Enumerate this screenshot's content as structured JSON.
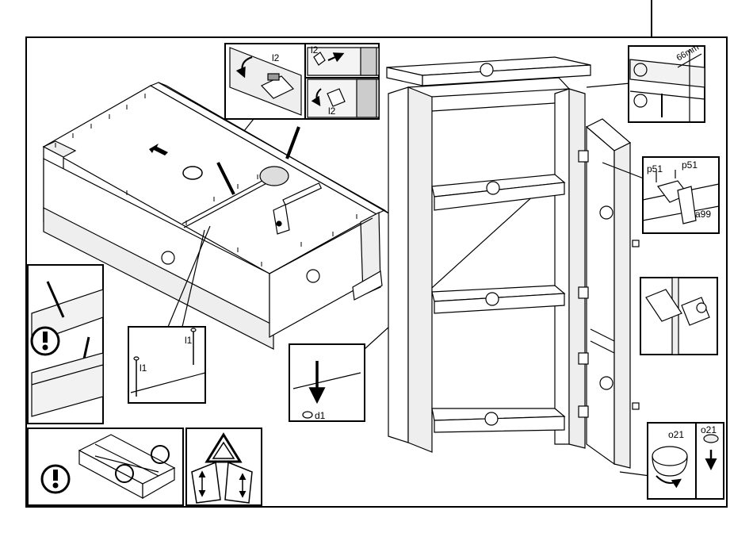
{
  "callouts": {
    "screw_top_a": "l2",
    "screw_top_b": "l2",
    "screw_top_c": "l2",
    "nail_a": "l1",
    "nail_b": "l1",
    "dowel": "d1",
    "measure": "66mm",
    "hinge_screw_left": "p51",
    "hinge_screw_right": "p51",
    "hinge_plate": "a99",
    "cap_top": "o21",
    "cap_side": "o21"
  },
  "icons": {
    "warning": "exclamation-circle-icon",
    "recycle": "recycle-triangle-icon",
    "rotate": "rotate-arrow-icon",
    "push": "push-arrow-icon",
    "down": "down-arrow-icon"
  },
  "colors": {
    "line": "#000000",
    "background": "#ffffff",
    "shade": "#d9d9d9"
  }
}
